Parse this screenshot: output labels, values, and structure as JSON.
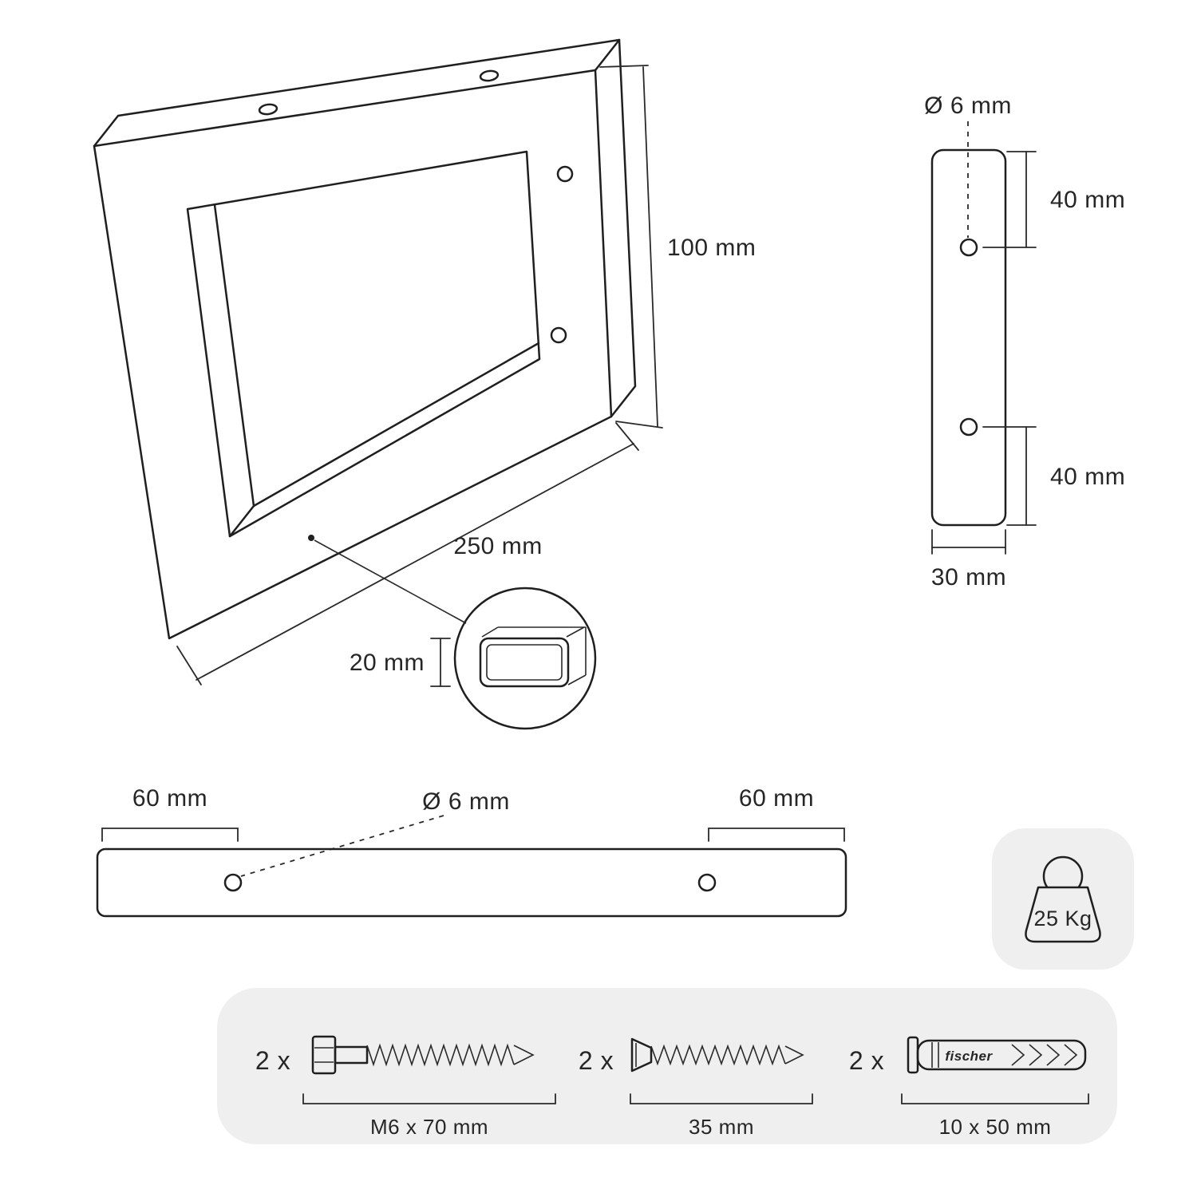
{
  "colors": {
    "stroke": "#1f1f1f",
    "panel": "#efefef",
    "text": "#262626"
  },
  "perspective_view": {
    "height_label": "100 mm",
    "length_label": "250 mm",
    "tube_label": "20 mm"
  },
  "side_view": {
    "hole_label": "Ø 6 mm",
    "top_spacing_label": "40 mm",
    "bottom_spacing_label": "40 mm",
    "width_label": "30 mm"
  },
  "front_view": {
    "left_offset_label": "60 mm",
    "right_offset_label": "60 mm",
    "hole_label": "Ø 6 mm"
  },
  "weight_badge": {
    "label": "25 Kg"
  },
  "hardware": {
    "bolt": {
      "qty": "2 x",
      "label": "M6 x 70 mm"
    },
    "screw": {
      "qty": "2 x",
      "label": "35 mm"
    },
    "plug": {
      "qty": "2 x",
      "label": "10 x 50 mm",
      "brand": "fischer"
    }
  }
}
